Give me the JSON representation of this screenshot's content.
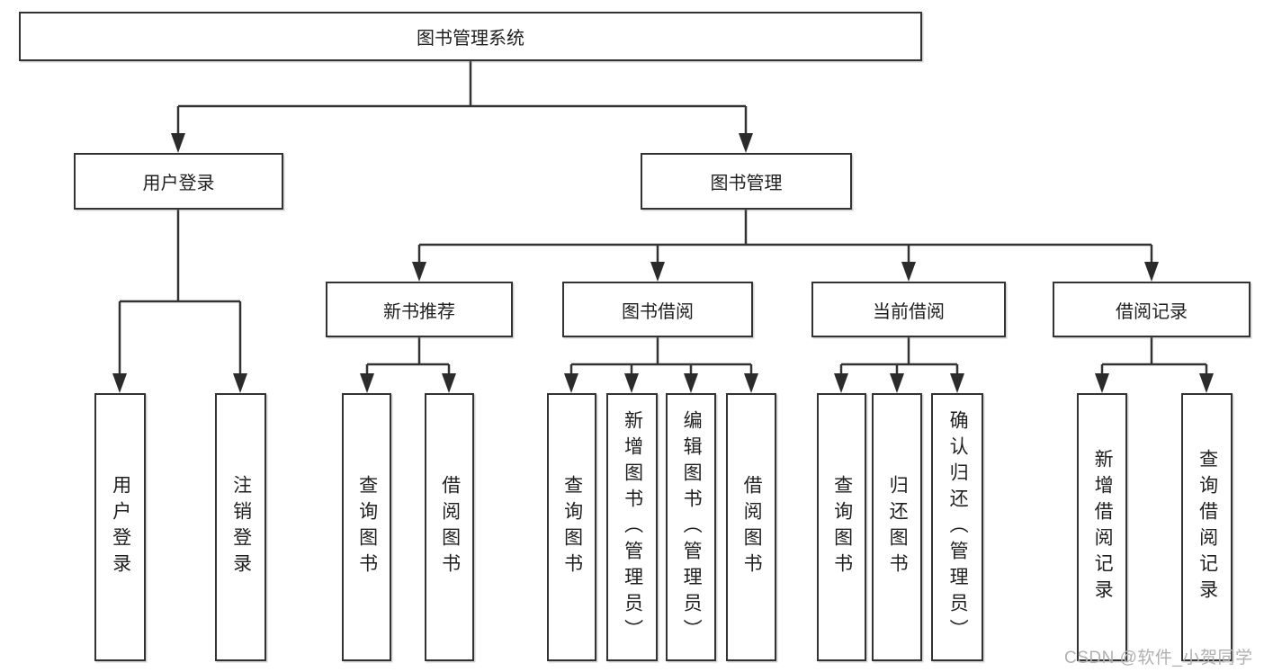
{
  "diagram": {
    "root": {
      "label": "图书管理系统"
    },
    "level2": {
      "user_login": {
        "label": "用户登录"
      },
      "book_management": {
        "label": "图书管理"
      }
    },
    "level3": {
      "new_book_recommendation": {
        "label": "新书推荐"
      },
      "book_borrowing": {
        "label": "图书借阅"
      },
      "current_borrowing": {
        "label": "当前借阅"
      },
      "borrowing_records": {
        "label": "借阅记录"
      }
    },
    "leaves": {
      "under_user_login": [
        "用户登录",
        "注销登录"
      ],
      "under_new_book_recommendation": [
        "查询图书",
        "借阅图书"
      ],
      "under_book_borrowing": [
        "查询图书",
        "新增图书（管理员）",
        "编辑图书（管理员）",
        "借阅图书"
      ],
      "under_current_borrowing": [
        "查询图书",
        "归还图书",
        "确认归还（管理员）"
      ],
      "under_borrowing_records": [
        "新增借阅记录",
        "查询借阅记录"
      ]
    }
  },
  "watermark": "CSDN @软件_小贺同学",
  "colors": {
    "line": "#333333",
    "arrow": "#2b2b2b",
    "text": "#1f1f1f",
    "watermark": "#b0b0b0",
    "background": "#ffffff"
  }
}
